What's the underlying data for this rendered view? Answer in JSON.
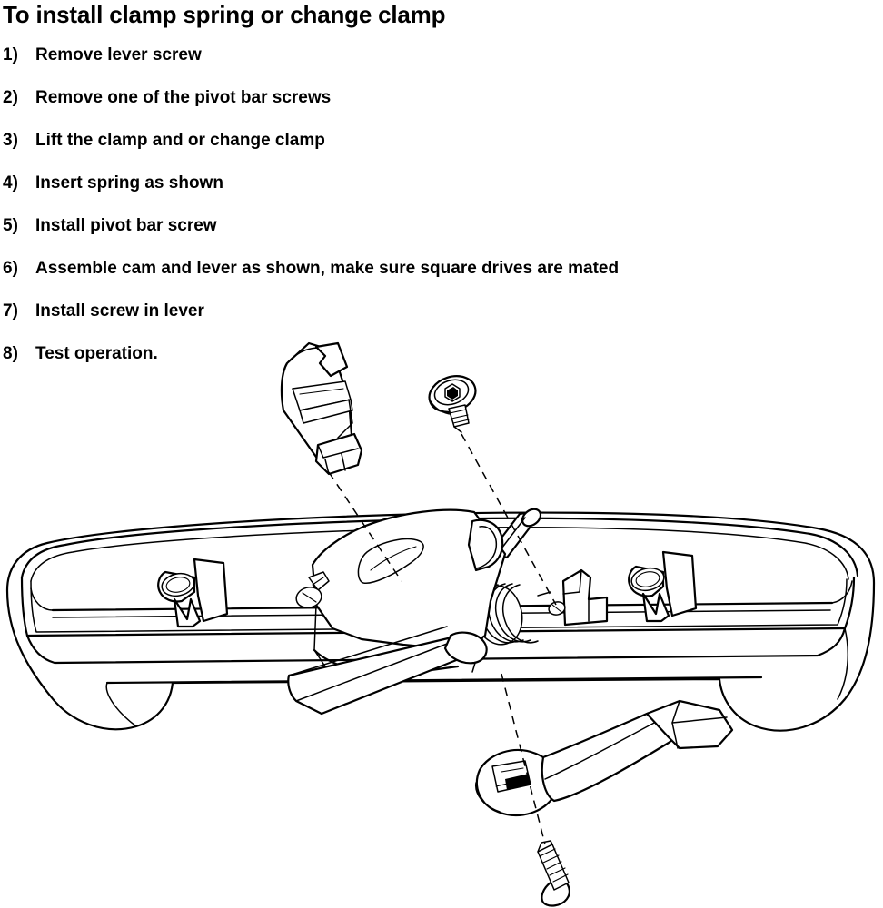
{
  "document": {
    "title": "To install clamp spring or change clamp",
    "background_color": "#ffffff",
    "ink_color": "#000000"
  },
  "steps": [
    {
      "number": "1)",
      "text": "Remove lever screw"
    },
    {
      "number": "2)",
      "text": "Remove one of the pivot bar screws"
    },
    {
      "number": "3)",
      "text": "Lift the clamp and or change clamp"
    },
    {
      "number": "4)",
      "text": "Insert spring as shown"
    },
    {
      "number": "5)",
      "text": "Install pivot bar screw"
    },
    {
      "number": "6)",
      "text": "Assemble cam and lever as shown, make sure square drives are mated"
    },
    {
      "number": "7)",
      "text": "Install screw in lever"
    },
    {
      "number": "8)",
      "text": "Test operation."
    }
  ],
  "diagram": {
    "type": "exploded-assembly-line-drawing",
    "parts": [
      {
        "id": "cam",
        "label": "cam",
        "position": "upper-left-of-diagram"
      },
      {
        "id": "pivot-bar-screw",
        "label": "pivot bar screw",
        "position": "upper-middle"
      },
      {
        "id": "housing",
        "label": "housing / base",
        "position": "center-wide"
      },
      {
        "id": "clamp",
        "label": "clamp",
        "position": "center"
      },
      {
        "id": "clamp-spring",
        "label": "clamp spring (torsion coil)",
        "position": "center-right-of-clamp"
      },
      {
        "id": "pivot-bar",
        "label": "pivot bar",
        "position": "center, above clamp"
      },
      {
        "id": "lever",
        "label": "lever",
        "position": "lower-right"
      },
      {
        "id": "lever-screw",
        "label": "lever screw",
        "position": "bottom-center"
      }
    ],
    "leader_lines": [
      {
        "from": "cam",
        "to": "clamp-square-drive-socket",
        "style": "dashed"
      },
      {
        "from": "pivot-bar-screw",
        "to": "housing-pivot-hole",
        "style": "dashed"
      },
      {
        "from": "lever-square-drive",
        "to": "lever-screw",
        "style": "dashed"
      }
    ]
  }
}
